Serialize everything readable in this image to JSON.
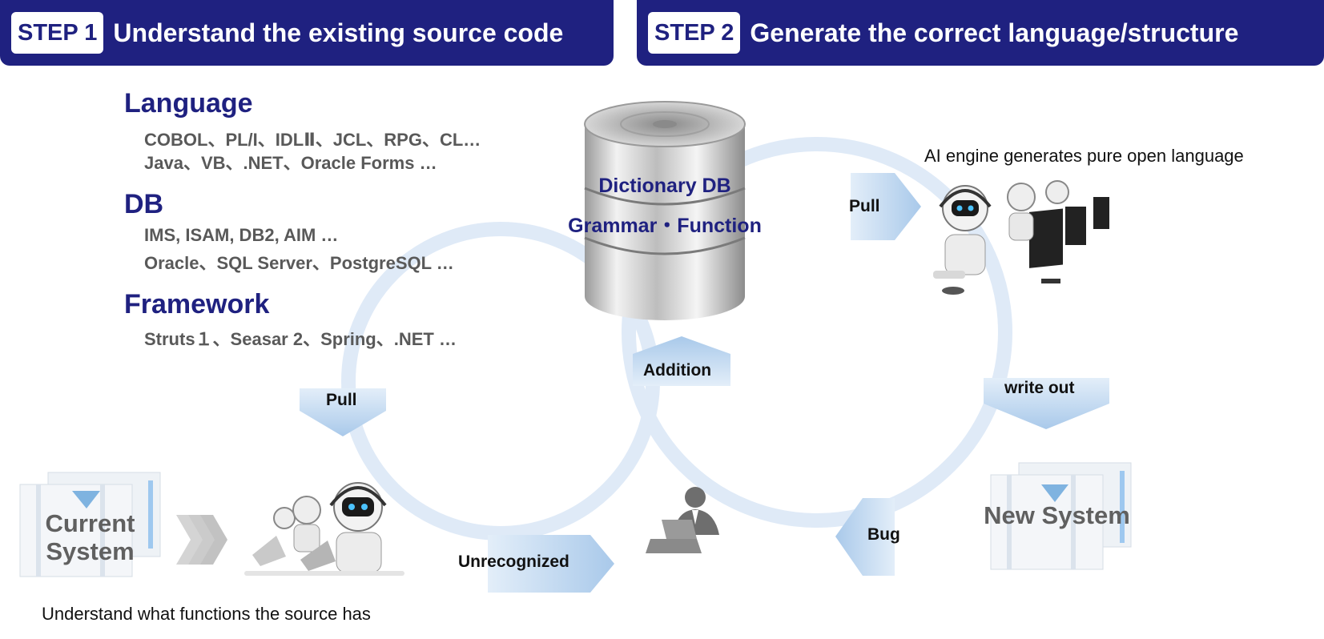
{
  "steps": [
    {
      "badge": "STEP 1",
      "title": "Understand the existing source code"
    },
    {
      "badge": "STEP 2",
      "title": "Generate the correct language/structure"
    }
  ],
  "categories": {
    "language": {
      "title": "Language",
      "lines": [
        "COBOL、PL/I、IDLⅡ、JCL、RPG、CL…",
        "Java、VB、.NET、Oracle Forms …"
      ]
    },
    "db": {
      "title": "DB",
      "lines": [
        "IMS, ISAM, DB2, AIM …",
        "Oracle、SQL Server、PostgreSQL …"
      ]
    },
    "framework": {
      "title": "Framework",
      "lines": [
        "Struts１、Seasar 2、Spring、.NET …"
      ]
    }
  },
  "database": {
    "line1": "Dictionary DB",
    "line2": "Grammar・Function"
  },
  "ai_caption": "AI engine generates pure open language",
  "bottom_caption": "Understand what functions the source has",
  "arrows": {
    "pull_top": "Pull",
    "pull_left": "Pull",
    "addition": "Addition",
    "write_out": "write out",
    "bug": "Bug",
    "unrecognized": "Unrecognized"
  },
  "systems": {
    "current_line1": "Current",
    "current_line2": "System",
    "new": "New System"
  },
  "colors": {
    "banner": "#1f2180",
    "accent_text": "#1f2180",
    "arrow_fill": "#bcd5ee",
    "circle": "#dae8f6"
  }
}
